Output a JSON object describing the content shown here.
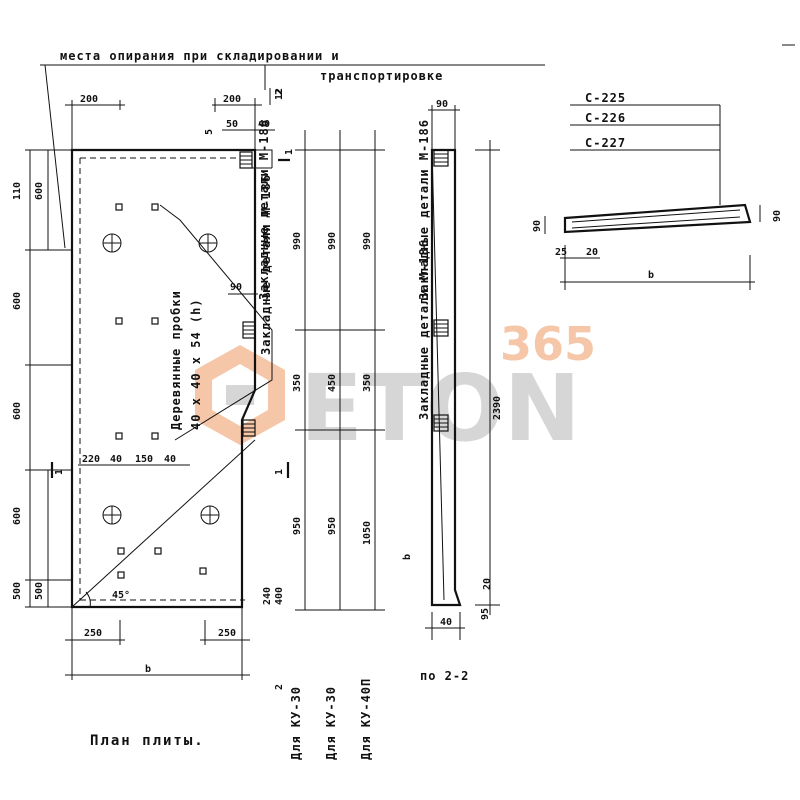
{
  "title_top": {
    "line1": "места опирания при складировании и",
    "line2": "транспортировке"
  },
  "plan_caption": "План плиты.",
  "section_caption": "по 2-2",
  "embedded_parts_label": "Закладные детали М-186",
  "embedded_parts_label_2": "Закладные детали М-186",
  "embedded_parts_label_3": "Закладные детали М-186",
  "wood_blocks_label": {
    "line1": "Деревянные пробки",
    "line2": "40 x 40 x 54 (h)"
  },
  "series_labels": [
    "С-225",
    "С-226",
    "С-227"
  ],
  "uses": [
    "Для КУ-30",
    "Для КУ-30",
    "Для КУ-40П"
  ],
  "dims": {
    "top_left_200": "200",
    "top_right_200": "200",
    "top_50": "50",
    "top_40": "40",
    "top_12": "12",
    "top_5": "5",
    "left_110": "110",
    "left_600a": "600",
    "left_600b": "600",
    "left_600c": "600",
    "left_600d": "600",
    "left_500a": "500",
    "left_500b": "500",
    "row_220": "220",
    "row_40a": "40",
    "row_150": "150",
    "row_40b": "40",
    "mark_1a": "1",
    "mark_1b": "1",
    "mark_1c": "1",
    "mark_2a": "2",
    "mark_2b": "2",
    "col_990a": "990",
    "col_990b": "990",
    "col_990c": "990",
    "col_350a": "350",
    "col_450": "450",
    "col_350b": "350",
    "col_950a": "950",
    "col_950b": "950",
    "col_1050": "1050",
    "col_240": "240",
    "col_400": "400",
    "bot_250a": "250",
    "bot_250b": "250",
    "bot_b": "b",
    "sec_90": "90",
    "sec_2390": "2390",
    "sec_b": "b",
    "sec_40": "40",
    "sec_95": "95",
    "sec_20": "20",
    "mid_90": "90",
    "angle_45": "45°",
    "xs_90a": "90",
    "xs_90b": "90",
    "xs_25": "25",
    "xs_20": "20",
    "xs_b": "b"
  },
  "watermark": {
    "number": "365",
    "word": "ETON",
    "color_orange": "#f2b48a",
    "color_gray": "#c9c9c9"
  }
}
